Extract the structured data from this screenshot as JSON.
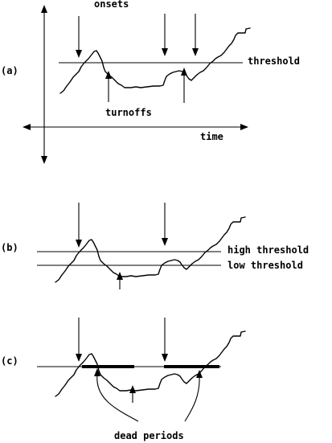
{
  "panel_a": {
    "label": "(a)",
    "onsets_label": "onsets",
    "turnoffs_label": "turnoffs",
    "threshold_label": "threshold",
    "time_label": "time"
  },
  "panel_b": {
    "label": "(b)",
    "high_threshold_label": "high threshold",
    "low_threshold_label": "low threshold"
  },
  "panel_c": {
    "label": "(c)",
    "dead_periods_label": "dead periods"
  }
}
